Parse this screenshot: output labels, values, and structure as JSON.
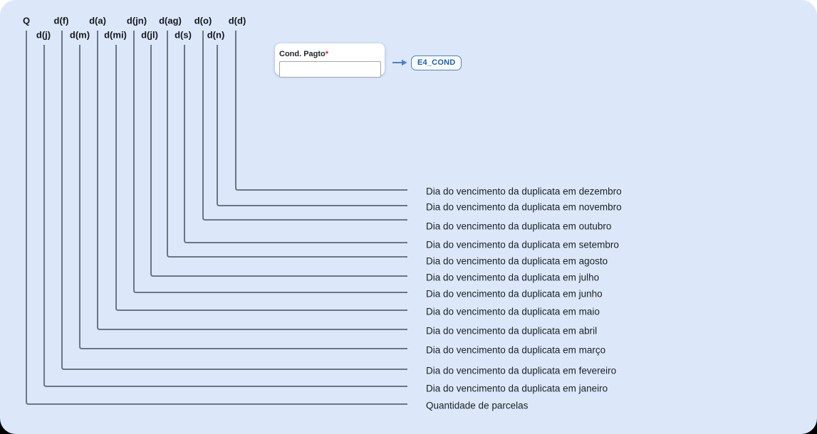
{
  "window": {
    "background_color": "#dce8fa"
  },
  "field": {
    "label": "Cond. Pagto",
    "required_marker": "*",
    "value": "",
    "tag": "E4_COND"
  },
  "colors": {
    "connector": "#6b7684",
    "accent_blue": "#4e81c5",
    "tag_text": "#1d5fb2",
    "required_red": "#e02020"
  },
  "tokens": [
    {
      "label": "Q",
      "description": "Quantidade de parcelas"
    },
    {
      "label": "d(j)",
      "description": "Dia do vencimento da duplicata em janeiro"
    },
    {
      "label": "d(f)",
      "description": "Dia do vencimento da duplicata em fevereiro"
    },
    {
      "label": "d(m)",
      "description": "Dia do vencimento da duplicata em março"
    },
    {
      "label": "d(a)",
      "description": "Dia do vencimento da duplicata em abril"
    },
    {
      "label": "d(mi)",
      "description": "Dia do vencimento da duplicata em maio"
    },
    {
      "label": "d(jn)",
      "description": "Dia do vencimento da duplicata em junho"
    },
    {
      "label": "d(jl)",
      "description": "Dia do vencimento da duplicata em julho"
    },
    {
      "label": "d(ag)",
      "description": "Dia do vencimento da duplicata em agosto"
    },
    {
      "label": "d(s)",
      "description": "Dia do vencimento da duplicata em setembro"
    },
    {
      "label": "d(o)",
      "description": "Dia do vencimento da duplicata em outubro"
    },
    {
      "label": "d(n)",
      "description": "Dia do vencimento da duplicata em novembro"
    },
    {
      "label": "d(d)",
      "description": "Dia do vencimento da duplicata em dezembro"
    }
  ]
}
